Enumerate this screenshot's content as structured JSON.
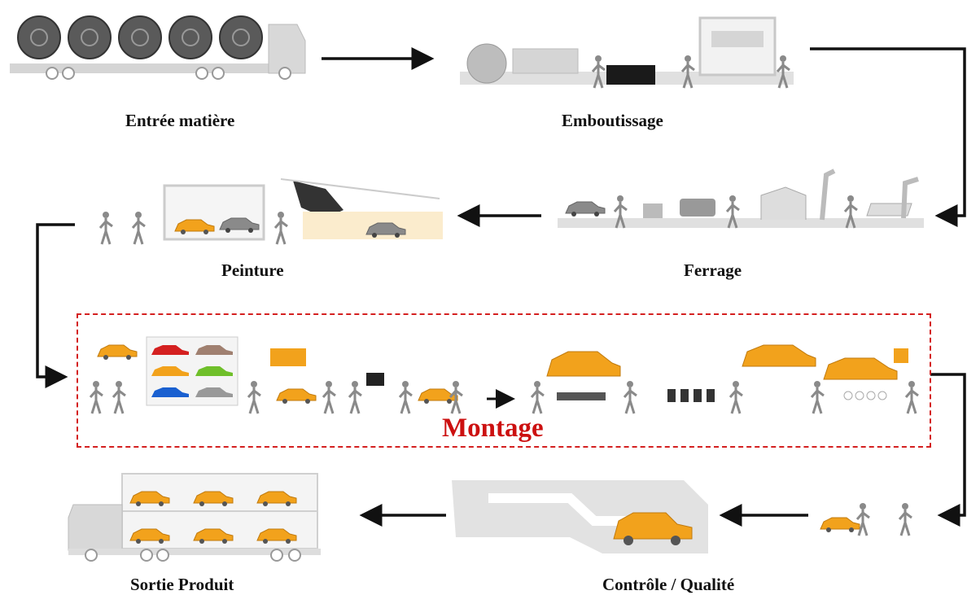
{
  "stages": {
    "entree": "Entrée matière",
    "emboutissage": "Emboutissage",
    "peinture": "Peinture",
    "ferrage": "Ferrage",
    "montage": "Montage",
    "sortie": "Sortie Produit",
    "controle": "Contrôle / Qualité"
  },
  "colors": {
    "arrow": "#111111",
    "montage_border": "#d42020",
    "montage_text": "#cc1010",
    "car_orange": "#f2a21c",
    "machine_grey": "#c9c9c9",
    "figure_grey": "#8a8a8a"
  },
  "icons": [
    "steel-coil-truck-icon",
    "press-line-icon",
    "welding-robot-line-icon",
    "paint-booth-icon",
    "assembly-line-icon",
    "quality-tunnel-icon",
    "car-transporter-icon"
  ]
}
